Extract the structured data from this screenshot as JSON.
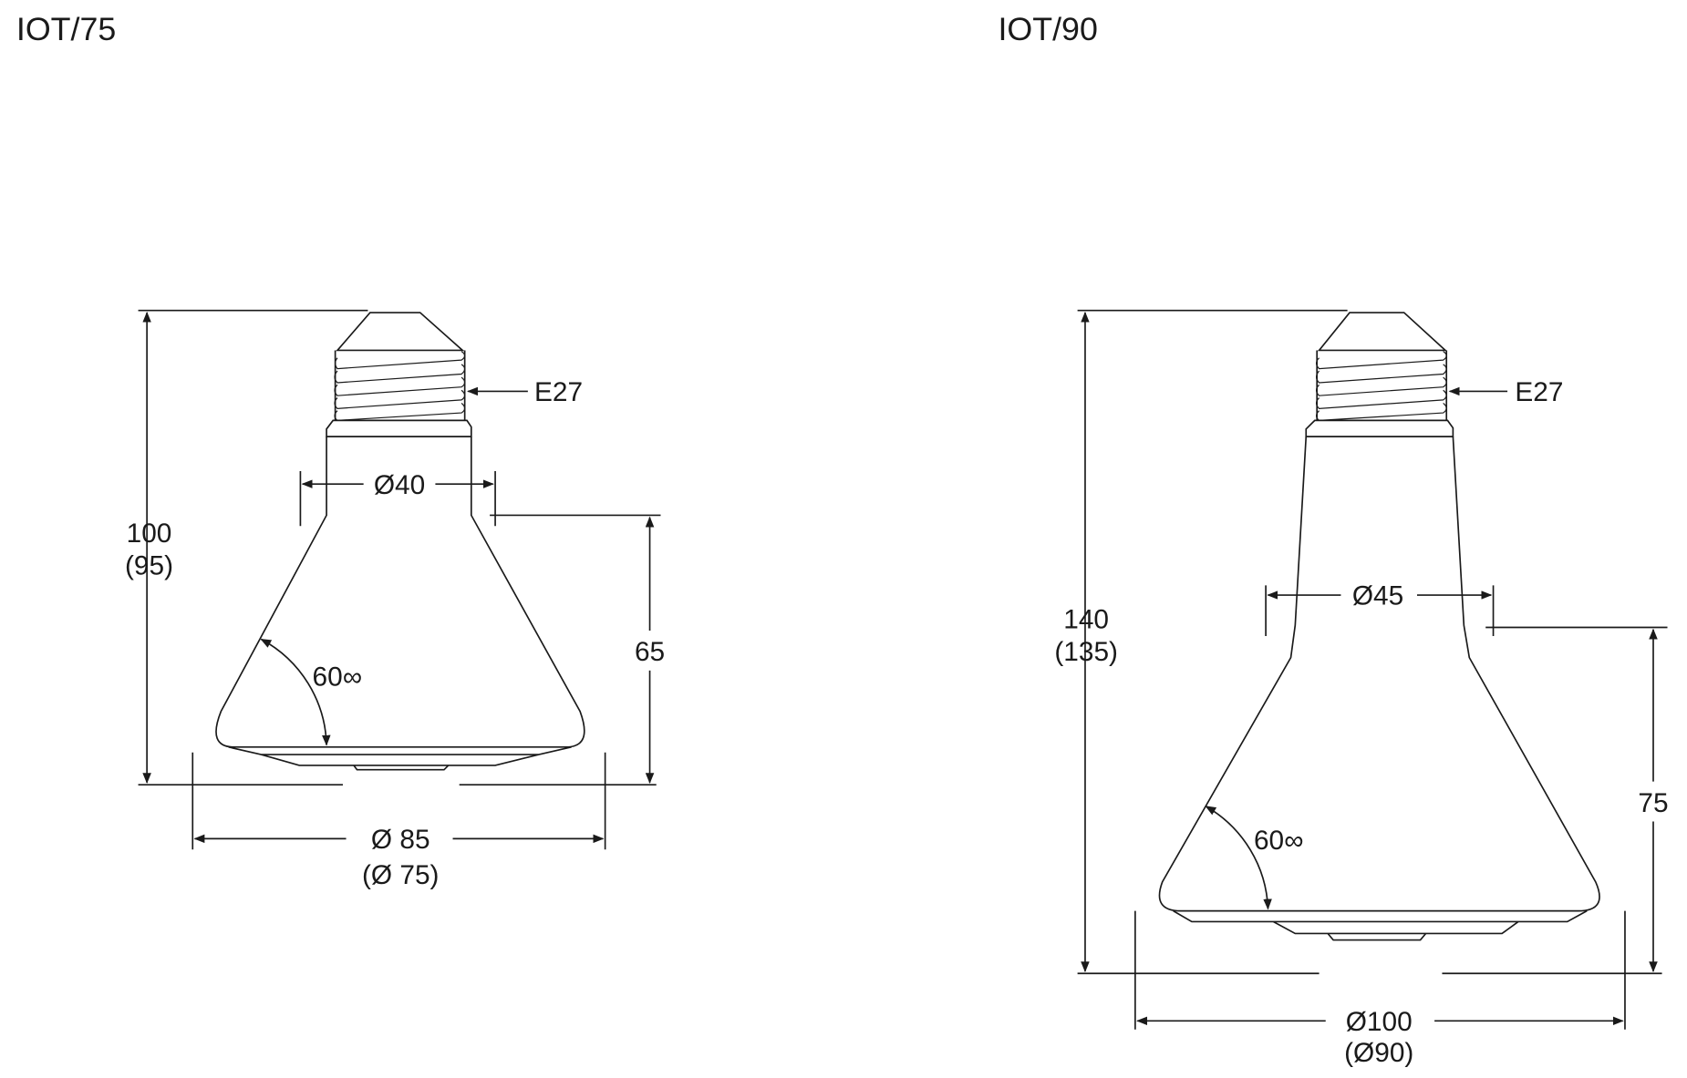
{
  "drawings": [
    {
      "title": "IOT/75",
      "socket_label": "E27",
      "height_label": "100",
      "height_alt_label": "(95)",
      "neck_diameter_label": "Ø40",
      "cone_height_label": "65",
      "angle_label": "60∞",
      "diameter_label": "Ø 85",
      "diameter_alt_label": "(Ø 75)"
    },
    {
      "title": "IOT/90",
      "socket_label": "E27",
      "height_label": "140",
      "height_alt_label": "(135)",
      "neck_diameter_label": "Ø45",
      "cone_height_label": "75",
      "angle_label": "60∞",
      "diameter_label": "Ø100",
      "diameter_alt_label": "(Ø90)"
    }
  ]
}
